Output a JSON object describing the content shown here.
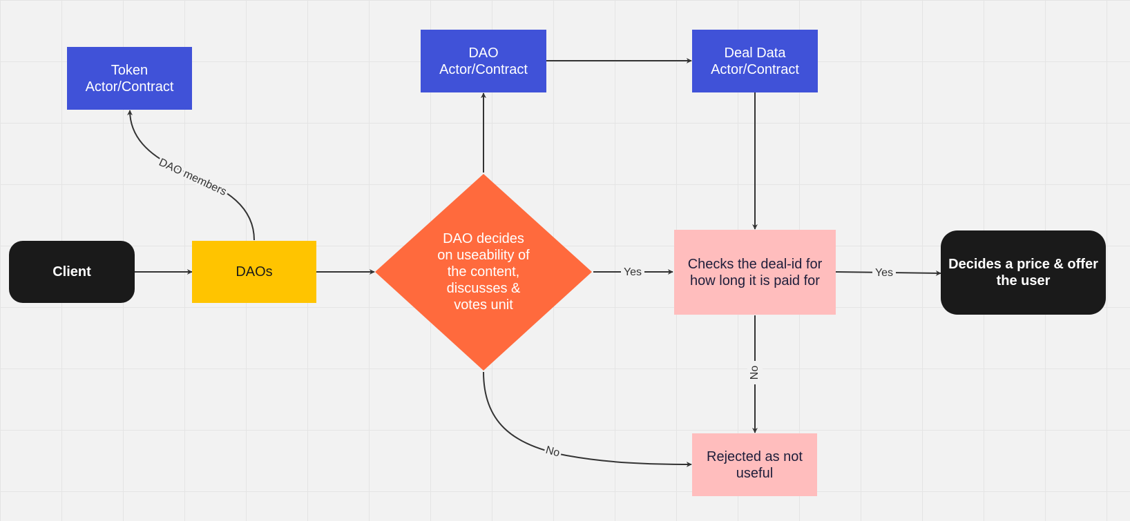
{
  "nodes": {
    "client": "Client",
    "daos": "DAOs",
    "token_contract": "Token\nActor/Contract",
    "dao_contract": "DAO\nActor/Contract",
    "deal_data_contract": "Deal Data\nActor/Contract",
    "dao_decision": "DAO decides\non useability of\nthe content,\ndiscusses &\nvotes unit",
    "check_deal": "Checks the deal-id for\nhow long it is paid for",
    "decide_price": "Decides a price & offer\nthe user",
    "rejected": "Rejected as not\nuseful"
  },
  "edge_labels": {
    "dao_members": "DAO members",
    "decision_yes": "Yes",
    "check_yes": "Yes",
    "check_no": "No",
    "decision_no": "No"
  },
  "colors": {
    "background": "#f2f2f2",
    "blue": "#4052d8",
    "black": "#1a1a1a",
    "yellow": "#ffc400",
    "orange": "#ff6a3d",
    "pink": "#ffbdbd",
    "connector": "#333333"
  }
}
